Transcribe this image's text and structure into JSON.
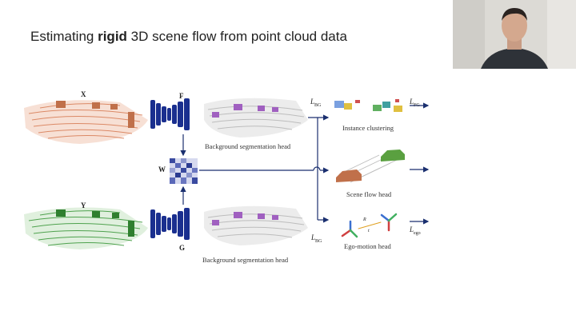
{
  "slide": {
    "title_pre": "Estimating ",
    "title_bold": "rigid",
    "title_post": " 3D scene flow from point cloud data"
  },
  "diagram": {
    "symbols": {
      "x": "X",
      "y": "Y",
      "f": "F",
      "g": "G",
      "w": "W"
    },
    "labels": {
      "bg_seg_head_top": "Background segmentation head",
      "bg_seg_head_bottom": "Background segmentation head",
      "instance_clustering": "Instance clustering",
      "scene_flow_head": "Scene flow head",
      "ego_motion_head": "Ego-motion head"
    },
    "losses": {
      "bg_top": {
        "main": "L",
        "sub": "BG"
      },
      "fg": {
        "main": "L",
        "sub": "FG"
      },
      "bg_bottom": {
        "main": "L",
        "sub": "BG"
      },
      "ego": {
        "main": "L",
        "sub": "ego"
      }
    },
    "ego_arrows": {
      "top": "R",
      "bottom": "t"
    },
    "colors": {
      "source_cloud": "#d9805a",
      "target_cloud": "#3f9a3f",
      "network": "#1a2f8f",
      "arrow": "#1a2f6f",
      "car": "#5aa040",
      "car_src": "#c0704a"
    }
  },
  "presenter": {
    "description": "webcam"
  }
}
